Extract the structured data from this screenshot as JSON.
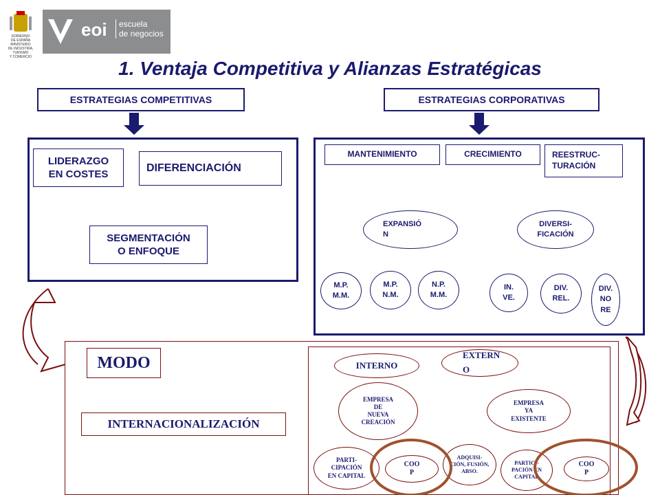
{
  "logos": {
    "gov_text": "GOBIERNO\nDE ESPAÑA\nMINISTERIO\nDE INDUSTRIA, TURISMO\nY COMERCIO",
    "eoi_brand": "eoi",
    "eoi_sub": "escuela\nde negocios"
  },
  "title": "1. Ventaja Competitiva y Alianzas Estratégicas",
  "competitive": {
    "header": "ESTRATEGIAS COMPETITIVAS",
    "items": [
      "LIDERAZGO\nEN COSTES",
      "DIFERENCIACIÓN",
      "SEGMENTACIÓN\nO ENFOQUE"
    ]
  },
  "corporate": {
    "header": "ESTRATEGIAS CORPORATIVAS",
    "top": [
      "MANTENIMIENTO",
      "CRECIMIENTO",
      "REESTRUC-\nTURACIÓN"
    ],
    "mid": [
      "EXPANSIÓ\nN",
      "DIVERSI-\nFICACIÓN"
    ],
    "expansion_leaves": [
      "M.P.\nM.M.",
      "M.P.\nN.M.",
      "N.P.\nM.M."
    ],
    "diversification_leaves": [
      "IN.\nVE.",
      "DIV.\nREL.",
      "DIV.\nNO\nRE"
    ]
  },
  "modo": {
    "label": "MODO",
    "internationalization": "INTERNACIONALIZACIÓN",
    "interno": "INTERNO",
    "externo": "EXTERN\nO",
    "nueva": "EMPRESA\nDE\nNUEVA\nCREACIÓN",
    "existente": "EMPRESA\nYA\nEXISTENTE",
    "participacion_capital": "PARTI-\nCIPACIÓN\nEN CAPITAL",
    "coop1": "COO\nP",
    "adquisicion": "ADQUISI-\nCIÓN, FUSIÓN,\nABSO.",
    "participacion_capital2": "PARTICI-\nPACIÓN EN\nCAPITAL",
    "coop2": "COO\nP"
  },
  "colors": {
    "navy": "#1a1a6e",
    "maroon": "#7a0f0f",
    "highlight": "#a0522d"
  }
}
